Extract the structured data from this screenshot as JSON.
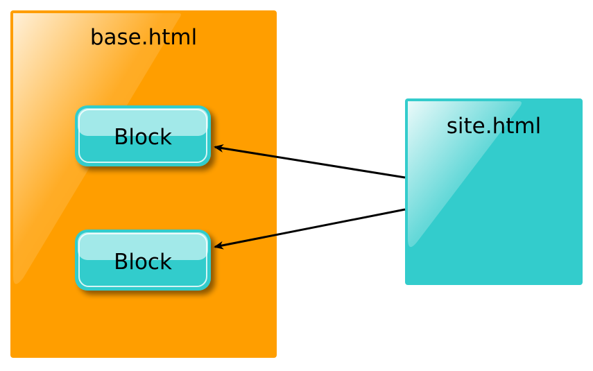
{
  "diagram": {
    "base": {
      "title": "base.html",
      "color": "#ff9e00",
      "blocks": [
        {
          "label": "Block"
        },
        {
          "label": "Block"
        }
      ]
    },
    "site": {
      "title": "site.html",
      "color": "#33cccc"
    },
    "block_color": "#33cccc",
    "arrow_color": "#000000",
    "edges": [
      {
        "from": "site.html",
        "to": "base.blocks.0"
      },
      {
        "from": "site.html",
        "to": "base.blocks.1"
      }
    ]
  }
}
